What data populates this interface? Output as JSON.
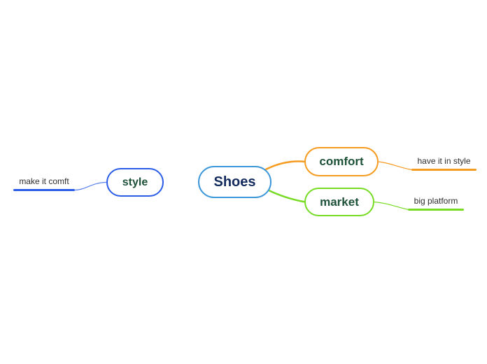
{
  "canvas": {
    "background": "#ffffff"
  },
  "colors": {
    "root_border": "#3B97D9",
    "branch_blue": "#2A5CE8",
    "branch_blue_light": "#5B82EA",
    "branch_orange": "#F59B20",
    "branch_green": "#77DB24",
    "root_text": "#132A5E",
    "node_text": "#1D5138",
    "leaf_text": "#2D2D2D"
  },
  "nodes": {
    "root": {
      "label": "Shoes"
    },
    "style": {
      "label": "style"
    },
    "comfort": {
      "label": "comfort"
    },
    "market": {
      "label": "market"
    }
  },
  "leaves": {
    "make_it_comft": {
      "label": "make it comft"
    },
    "have_it_in_style": {
      "label": "have it in style"
    },
    "big_platform": {
      "label": "big platform"
    }
  }
}
